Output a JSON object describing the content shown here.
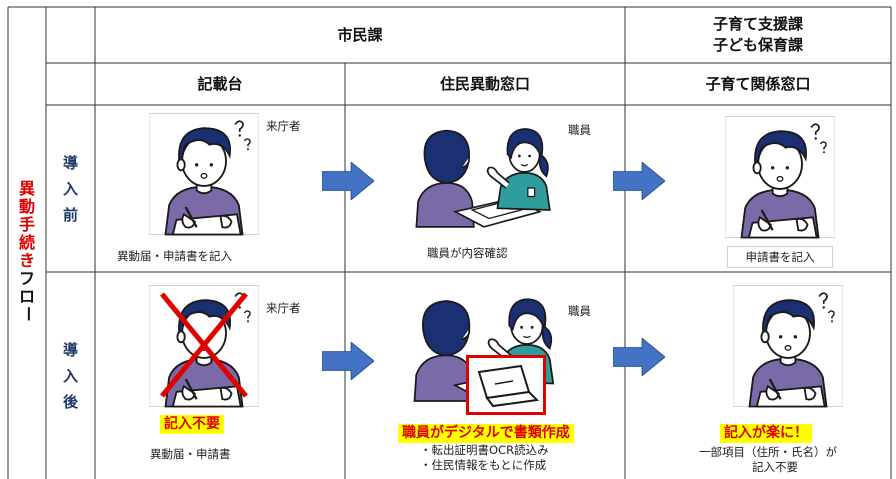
{
  "header": {
    "shimin_ka": "市民課",
    "kosodate_line1": "子育て支援課",
    "kosodate_line2": "子ども保育課",
    "col1": "記載台",
    "col2": "住民異動窓口",
    "col3": "子育て関係窓口"
  },
  "vertical_title": {
    "red_chars": [
      "異",
      "動",
      "手",
      "続",
      "き"
    ],
    "black_chars": [
      "フ",
      "ロ",
      "ー"
    ]
  },
  "rows": {
    "before": {
      "stage_chars": [
        "導",
        "入",
        "前"
      ],
      "visitor_label": "来庁者",
      "staff_label": "職員",
      "col1_caption": "異動届・申請書を記入",
      "col2_caption": "職員が内容確認",
      "col3_caption": "申請書を記入"
    },
    "after": {
      "stage_chars": [
        "導",
        "入",
        "後"
      ],
      "visitor_label": "来庁者",
      "staff_label": "職員",
      "col1_highlight": "記入不要",
      "col1_caption": "異動届・申請書",
      "col2_highlight": "職員がデジタルで書類作成",
      "col2_bullets": [
        "・転出証明書OCR読込み",
        "・住民情報をもとに作成"
      ],
      "col3_highlight": "記入が楽に！",
      "col3_caption_line1": "一部項目（住所・氏名）が",
      "col3_caption_line2": "記入不要"
    }
  },
  "colors": {
    "arrow": "#4472c4",
    "highlight_bg": "#ffff00",
    "highlight_text": "#e00000",
    "border": "#333333",
    "person_hair": "#1b2f73",
    "person_shirt": "#7b6aa8",
    "staff_shirt": "#2e9d9d"
  },
  "icons": [
    "arrow-right-icon",
    "person-writing-icon",
    "staff-consultation-icon",
    "red-x-icon",
    "laptop-icon"
  ]
}
